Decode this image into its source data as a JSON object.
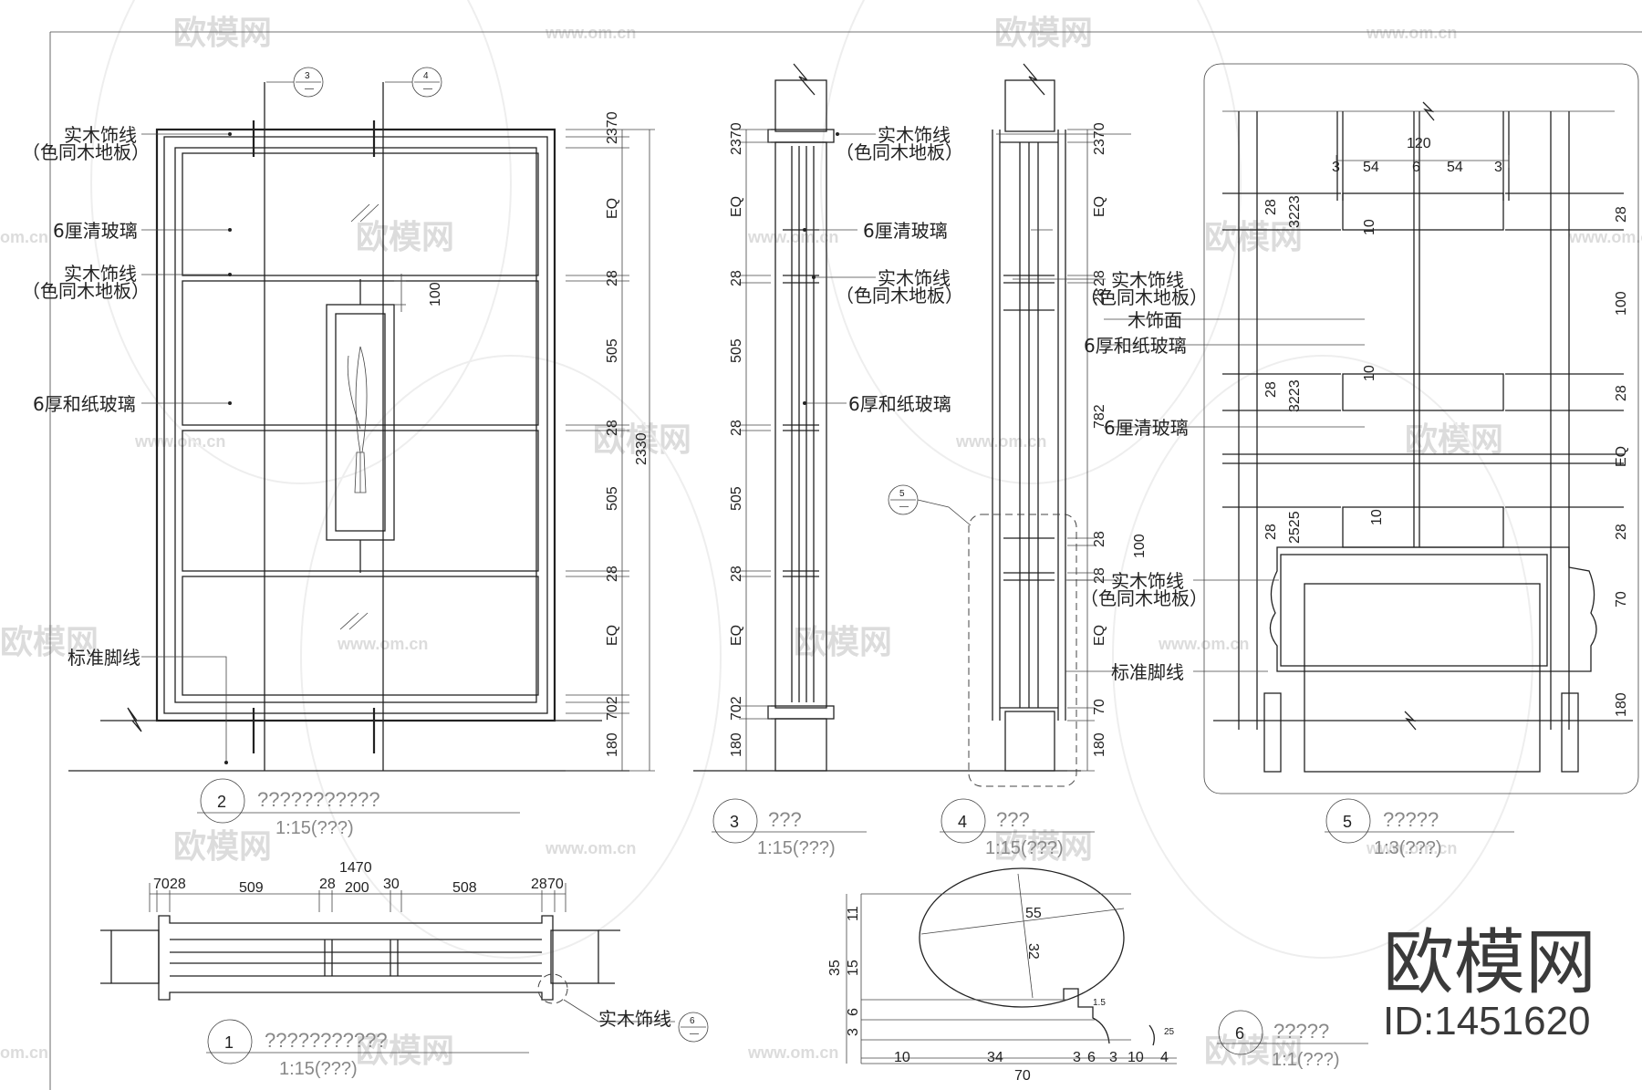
{
  "watermark": {
    "brand_text": "欧模网",
    "url_text": "www.om.cn",
    "url_fragment": "om.cn"
  },
  "brand": {
    "name": "欧模网",
    "id_text": "ID:1451620"
  },
  "colors": {
    "line": "#222222",
    "watermark": "#dcdcdc",
    "title_gray": "#888888",
    "brand": "#3a3a3a"
  },
  "section_markers": {
    "m3": "3",
    "m4": "4",
    "m5": "5",
    "m6": "6",
    "dash": "—"
  },
  "labels": {
    "solid_wood_trim": "实木饰线",
    "same_color_floor": "（色同木地板）",
    "clear_glass_6": "6厘清玻璃",
    "paper_glass_6": "6厚和纸玻璃",
    "standard_baseboard": "标准脚线",
    "wood_veneer": "木饰面"
  },
  "titles": {
    "t1": {
      "number": "1",
      "text": "???????????",
      "scale": "1:15(???)"
    },
    "t2": {
      "number": "2",
      "text": "???????????",
      "scale": "1:15(???)"
    },
    "t3": {
      "number": "3",
      "text": "???",
      "scale": "1:15(???)"
    },
    "t4": {
      "number": "4",
      "text": "???",
      "scale": "1:15(???)"
    },
    "t5": {
      "number": "5",
      "text": "?????",
      "scale": "1:3(???)"
    },
    "t6": {
      "number": "6",
      "text": "?????",
      "scale": "1:1(???)"
    }
  },
  "dims": {
    "d2370": "2370",
    "d70": "70",
    "d28": "28",
    "eq": "EQ",
    "d100": "100",
    "d505": "505",
    "d2330": "2330",
    "d180": "180",
    "d702": "702",
    "d782": "782",
    "d120": "120",
    "d3": "3",
    "d54": "54",
    "d6": "6",
    "d10": "10",
    "d3223": "3223",
    "d2525": "2525",
    "d1470": "1470",
    "d509": "509",
    "d200": "200",
    "d30": "30",
    "d508": "508",
    "d11": "11",
    "d35": "35",
    "d15": "15",
    "d34": "34",
    "d55": "55",
    "d32": "32",
    "d25": "25",
    "d4": "4",
    "d15b": "1.5"
  }
}
